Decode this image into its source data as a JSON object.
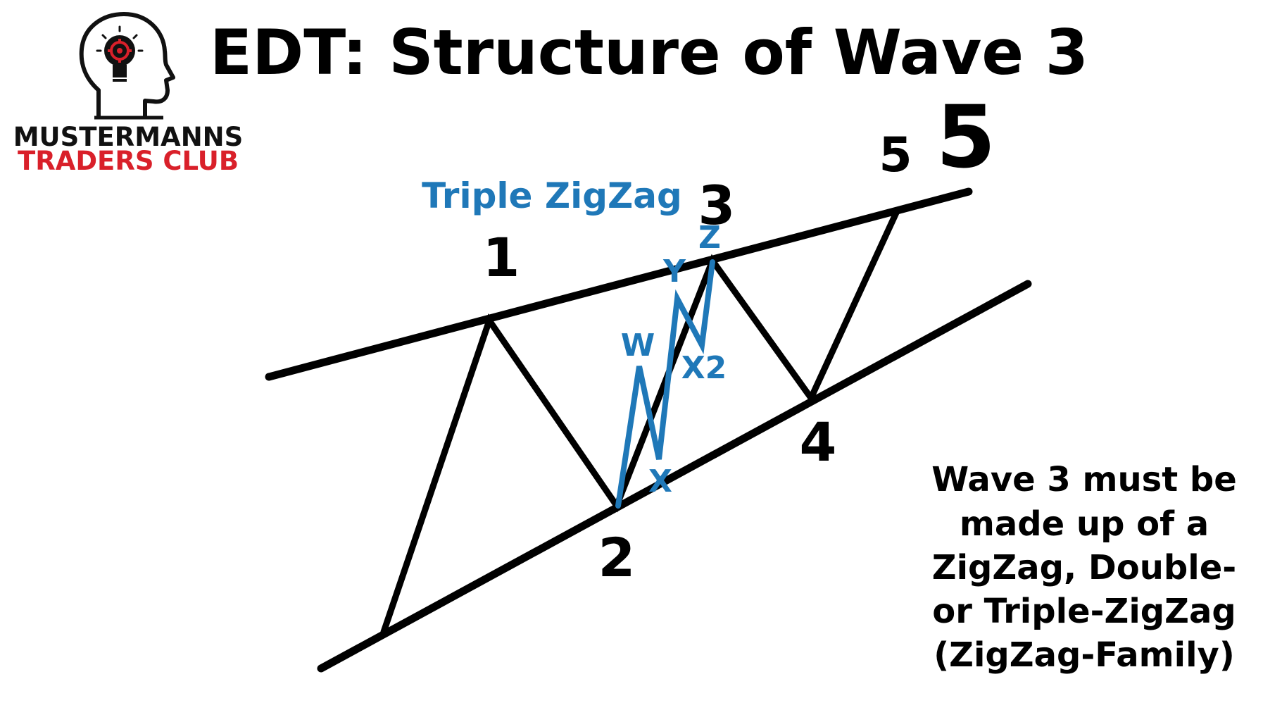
{
  "title": "EDT: Structure of Wave 3",
  "logo": {
    "line1": "MUSTERMANNS",
    "line2": "TRADERS CLUB",
    "icon": "head-with-lightbulb-icon",
    "accent": "#d9202a"
  },
  "pattern_label": "Triple ZigZag",
  "wave_labels": {
    "w1": "1",
    "w2": "2",
    "w3": "3",
    "w4": "4",
    "w5_small": "5",
    "w5_big": "5"
  },
  "sub_labels": {
    "w": "W",
    "x": "X",
    "y": "Y",
    "x2": "X2",
    "z": "Z"
  },
  "rule_text": [
    "Wave 3 must be",
    "made up of a",
    "ZigZag, Double-",
    "or Triple-ZigZag",
    "(ZigZag-Family)"
  ],
  "colors": {
    "main_wave": "#000000",
    "sub_wave": "#1f78b8",
    "brand_red": "#d9202a"
  }
}
